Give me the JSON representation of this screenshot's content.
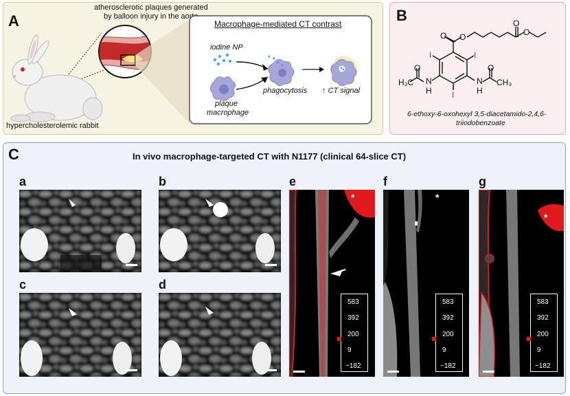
{
  "panelA": {
    "letter": "A",
    "plaque_caption_line1": "atherosclerotic plaques generated",
    "plaque_caption_line2": "by balloon injury in the aorta",
    "rabbit_label": "hypercholesterolemic rabbit",
    "box_title": "Macrophage-mediated CT contrast",
    "iodine_label": "iodine NP",
    "macrophage_line1": "plaque",
    "macrophage_line2": "macrophage",
    "phagocytosis_label": "phagocytosis",
    "signal_label": "↑ CT signal"
  },
  "panelB": {
    "letter": "B",
    "atoms": {
      "O1": "O",
      "O2": "O",
      "O3": "O",
      "O4": "O",
      "O5": "O",
      "I1": "I",
      "I2": "I",
      "I3": "I",
      "N1": "N",
      "N2": "N",
      "H1": "H",
      "H2": "H",
      "CH3a": "H₃C",
      "CH3b": "CH₃"
    },
    "name_line1": "6-ethoxy-6-oxohexyl 3,5-diacetamido-2,4,6-",
    "name_line2": "triiodobenzoate"
  },
  "panelC": {
    "letter": "C",
    "title": "In vivo macrophage-targeted CT with N1177 (clinical 64-slice CT)",
    "sub_a": "a",
    "sub_b": "b",
    "sub_c": "c",
    "sub_d": "d",
    "sub_e": "e",
    "sub_f": "f",
    "sub_g": "g",
    "star": "*",
    "legend_values": [
      "583",
      "392",
      "200",
      "9",
      "−182"
    ]
  },
  "colors": {
    "panelA_bg": "#f7f3e2",
    "panelB_bg": "#fbeff1",
    "panelC_bg": "#eef3fa",
    "overlay_red": "#e0191a",
    "macrophage": "#a7a6d8"
  }
}
